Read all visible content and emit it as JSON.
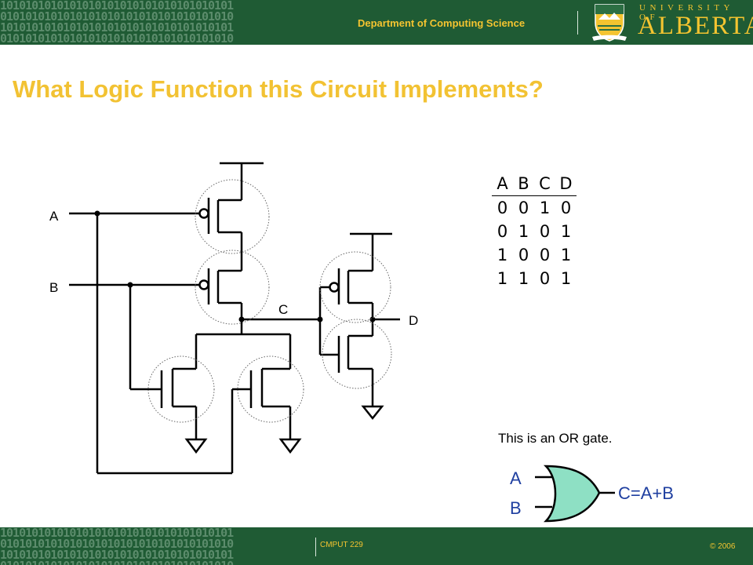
{
  "header": {
    "department": "Department of Computing Science",
    "university_top": "UNIVERSITY OF",
    "university_name": "ALBERTA",
    "binary_text": "1010101010101010101010101010101010101\n0101010101010101010101010101010101010\n1010101010101010101010101010101010101\n0101010101010101010101010101010101010"
  },
  "slide": {
    "title": "What Logic Function this Circuit Implements?"
  },
  "circuit": {
    "labels": {
      "a": "A",
      "b": "B",
      "c": "C",
      "d": "D"
    }
  },
  "truth_table": {
    "columns": [
      "A",
      "B",
      "C",
      "D"
    ],
    "rows": [
      [
        "0",
        "0",
        "1",
        "0"
      ],
      [
        "0",
        "1",
        "0",
        "1"
      ],
      [
        "1",
        "0",
        "0",
        "1"
      ],
      [
        "1",
        "1",
        "0",
        "1"
      ]
    ]
  },
  "note": "This is an OR gate.",
  "or_gate": {
    "input_a": "A",
    "input_b": "B",
    "output": "C=A+B"
  },
  "footer": {
    "course": "CMPUT 229",
    "copyright": "© 2006"
  },
  "colors": {
    "brand_green": "#1f5b34",
    "brand_gold": "#f4c430",
    "title_gold": "#f2c233",
    "gate_fill": "#8ee0c4",
    "gate_text": "#1f3fa0"
  }
}
